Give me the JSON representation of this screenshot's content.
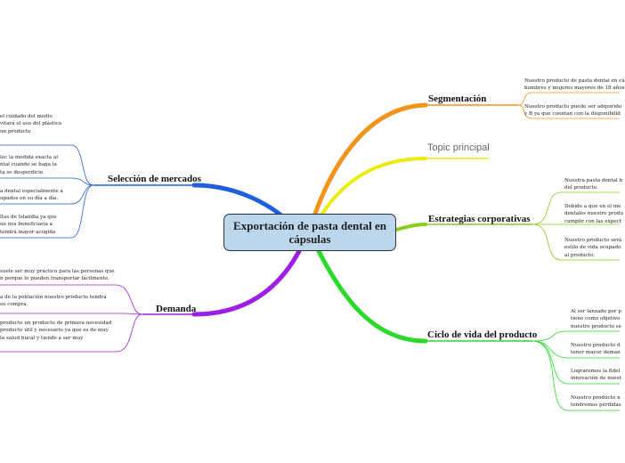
{
  "central": {
    "title": "Exportación de pasta dental en cápsulas"
  },
  "colors": {
    "segmentacion": "#f0941d",
    "topic": "#ecec10",
    "estrategias": "#8ccc1e",
    "ciclo": "#2ad92a",
    "seleccion": "#1f5fde",
    "demanda": "#9d1fe6"
  },
  "branches": {
    "segmentacion": {
      "label": "Segmentación",
      "leaves": [
        "Nuestro producto de pasta dental en cá\nhombres y mujeres mayores de 18 años",
        "Nuestro producto puede ser adquirido \ny B ya que cuentan con la disponibilid"
      ]
    },
    "topic": {
      "label": "Topic principal"
    },
    "estrategias": {
      "label": "Estrategias corporativas",
      "leaves": [
        "Nuestra pasta dental b\ndel producto.",
        "Debido a que en el me\ndentales nuestro produ\ncumplir con las expect",
        "Nuestro producto será\nestilo de vida ocupado\nal producto."
      ]
    },
    "ciclo": {
      "label": "Ciclo de vida del producto",
      "leaves": [
        "Al ser lanzado por p\ntiene como objetivo\nnuestro producto se",
        "Nuestro producto d\ntener mayor deman",
        "Lograremos la fidel\ninnovación de nuest",
        "Nuestro producto n\ntendremos pérdidas"
      ]
    },
    "seleccion": {
      "label": "Selección de mercados",
      "leaves": [
        "el cuidado del medio\nvitará el uso del plástico\nun producto",
        "lec la medida exacta al\nntal cuando se haga la\nta se desperdicie.",
        "a dental especialmente a\nupados en su día a día.",
        "ltas de Islandia ya que\nue nos beneficiaría a\ntendrá mayor acogida"
      ]
    },
    "demanda": {
      "label": "Demanda",
      "leaves": [
        "suele ser muy práctico para las personas que\nn porque lo pueden transportar fácilmente.",
        "a de la población nuestro producto tendrá\nsu compra.",
        "producto un producto de primera necesidad\nproducto útil y necesario ya que es de muy\nla salud bucal y tiende a ser muy"
      ]
    }
  }
}
